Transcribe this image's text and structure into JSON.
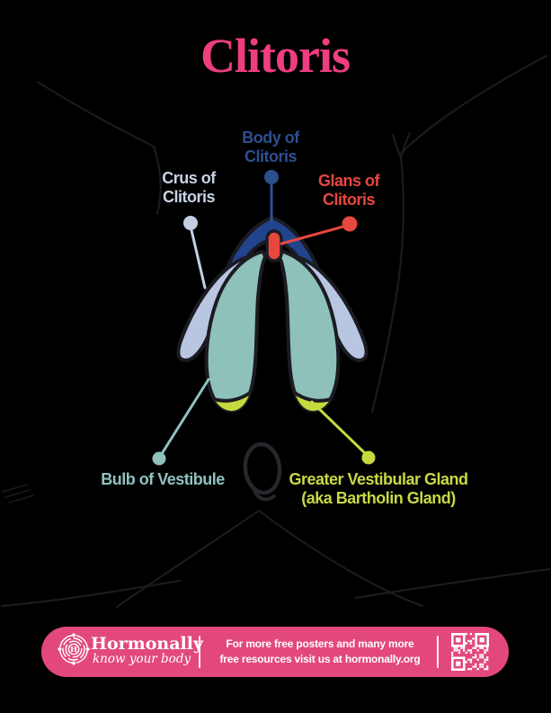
{
  "title": {
    "text": "Clitoris"
  },
  "diagram": {
    "labels": {
      "body": {
        "line1": "Body of",
        "line2": "Clitoris"
      },
      "crus": {
        "line1": "Crus of",
        "line2": "Clitoris"
      },
      "glans": {
        "line1": "Glans of",
        "line2": "Clitoris"
      },
      "bulb": {
        "line1": "Bulb of Vestibule"
      },
      "gland": {
        "line1": "Greater Vestibular Gland",
        "line2": "(aka Bartholin Gland)"
      }
    },
    "colors": {
      "title_pink": "#ee3e7f",
      "body_label": "#2d4f90",
      "body_fill": "#21458c",
      "glans_red": "#e8473e",
      "crus_label": "#c7d3e4",
      "crus_fill": "#b8c6e2",
      "bulb_label": "#8fc2bf",
      "bulb_fill": "#8dc1b9",
      "gland_label": "#c9d845",
      "gland_fill": "#c6da3f",
      "outline": "#1b1b22",
      "opening_sketch": "#26262c"
    }
  },
  "footer": {
    "background": "#e2487e",
    "logo_icon": "hormonally-emblem",
    "logo_monogram": "H",
    "brand": "Hormonally",
    "tagline": "know your body",
    "message_line1": "For more free posters and many more",
    "message_line2_prefix": "free resources visit us at ",
    "message_line2_domain": "hormonally.org",
    "qr_icon": "qr-code"
  }
}
